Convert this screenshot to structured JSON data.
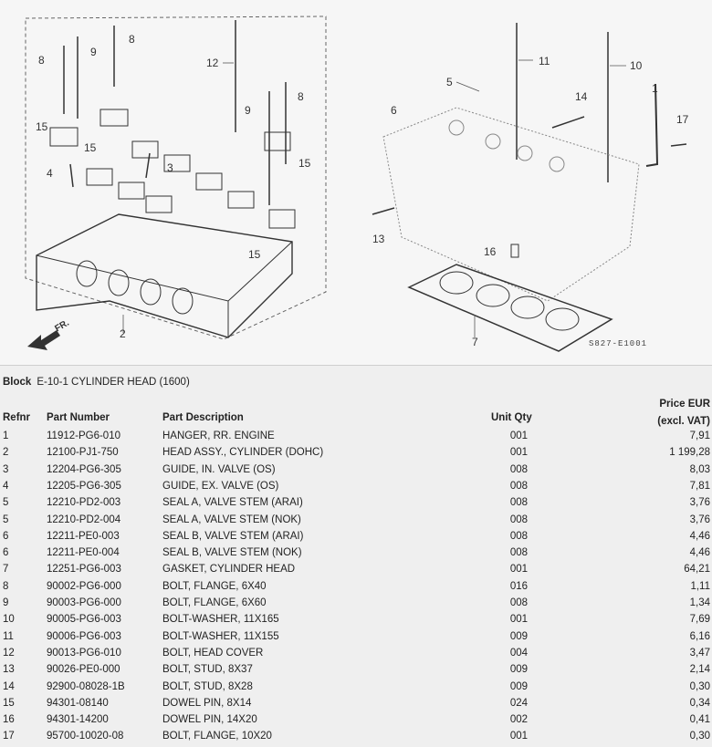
{
  "diagram": {
    "callouts": [
      "8",
      "9",
      "8",
      "12",
      "11",
      "10",
      "5",
      "14",
      "1",
      "17",
      "6",
      "9",
      "8",
      "15",
      "15",
      "4",
      "3",
      "15",
      "15",
      "13",
      "16",
      "2",
      "7"
    ],
    "front_label": "FR.",
    "code": "S827-E1001"
  },
  "block": {
    "label": "Block",
    "value": "E-10-1 CYLINDER HEAD (1600)"
  },
  "columns": {
    "refnr": "Refnr",
    "part_number": "Part Number",
    "description": "Part Description",
    "qty": "Unit Qty",
    "price_line1": "Price EUR",
    "price_line2": "(excl. VAT)"
  },
  "rows": [
    {
      "ref": "1",
      "pn": "11912-PG6-010",
      "desc": "HANGER, RR. ENGINE",
      "qty": "001",
      "price": "7,91"
    },
    {
      "ref": "2",
      "pn": "12100-PJ1-750",
      "desc": "HEAD ASSY., CYLINDER (DOHC)",
      "qty": "001",
      "price": "1 199,28"
    },
    {
      "ref": "3",
      "pn": "12204-PG6-305",
      "desc": "GUIDE, IN. VALVE (OS)",
      "qty": "008",
      "price": "8,03"
    },
    {
      "ref": "4",
      "pn": "12205-PG6-305",
      "desc": "GUIDE, EX. VALVE (OS)",
      "qty": "008",
      "price": "7,81"
    },
    {
      "ref": "5",
      "pn": "12210-PD2-003",
      "desc": "SEAL A, VALVE STEM (ARAI)",
      "qty": "008",
      "price": "3,76"
    },
    {
      "ref": "5",
      "pn": "12210-PD2-004",
      "desc": "SEAL A, VALVE STEM (NOK)",
      "qty": "008",
      "price": "3,76"
    },
    {
      "ref": "6",
      "pn": "12211-PE0-003",
      "desc": "SEAL B, VALVE STEM (ARAI)",
      "qty": "008",
      "price": "4,46"
    },
    {
      "ref": "6",
      "pn": "12211-PE0-004",
      "desc": "SEAL B, VALVE STEM (NOK)",
      "qty": "008",
      "price": "4,46"
    },
    {
      "ref": "7",
      "pn": "12251-PG6-003",
      "desc": "GASKET, CYLINDER HEAD",
      "qty": "001",
      "price": "64,21"
    },
    {
      "ref": "8",
      "pn": "90002-PG6-000",
      "desc": "BOLT, FLANGE, 6X40",
      "qty": "016",
      "price": "1,11"
    },
    {
      "ref": "9",
      "pn": "90003-PG6-000",
      "desc": "BOLT, FLANGE, 6X60",
      "qty": "008",
      "price": "1,34"
    },
    {
      "ref": "10",
      "pn": "90005-PG6-003",
      "desc": "BOLT-WASHER, 11X165",
      "qty": "001",
      "price": "7,69"
    },
    {
      "ref": "11",
      "pn": "90006-PG6-003",
      "desc": "BOLT-WASHER, 11X155",
      "qty": "009",
      "price": "6,16"
    },
    {
      "ref": "12",
      "pn": "90013-PG6-010",
      "desc": "BOLT, HEAD COVER",
      "qty": "004",
      "price": "3,47"
    },
    {
      "ref": "13",
      "pn": "90026-PE0-000",
      "desc": "BOLT, STUD, 8X37",
      "qty": "009",
      "price": "2,14"
    },
    {
      "ref": "14",
      "pn": "92900-08028-1B",
      "desc": "BOLT, STUD, 8X28",
      "qty": "009",
      "price": "0,30"
    },
    {
      "ref": "15",
      "pn": "94301-08140",
      "desc": "DOWEL PIN, 8X14",
      "qty": "024",
      "price": "0,34"
    },
    {
      "ref": "16",
      "pn": "94301-14200",
      "desc": "DOWEL PIN, 14X20",
      "qty": "002",
      "price": "0,41"
    },
    {
      "ref": "17",
      "pn": "95700-10020-08",
      "desc": "BOLT, FLANGE, 10X20",
      "qty": "001",
      "price": "0,30"
    }
  ]
}
